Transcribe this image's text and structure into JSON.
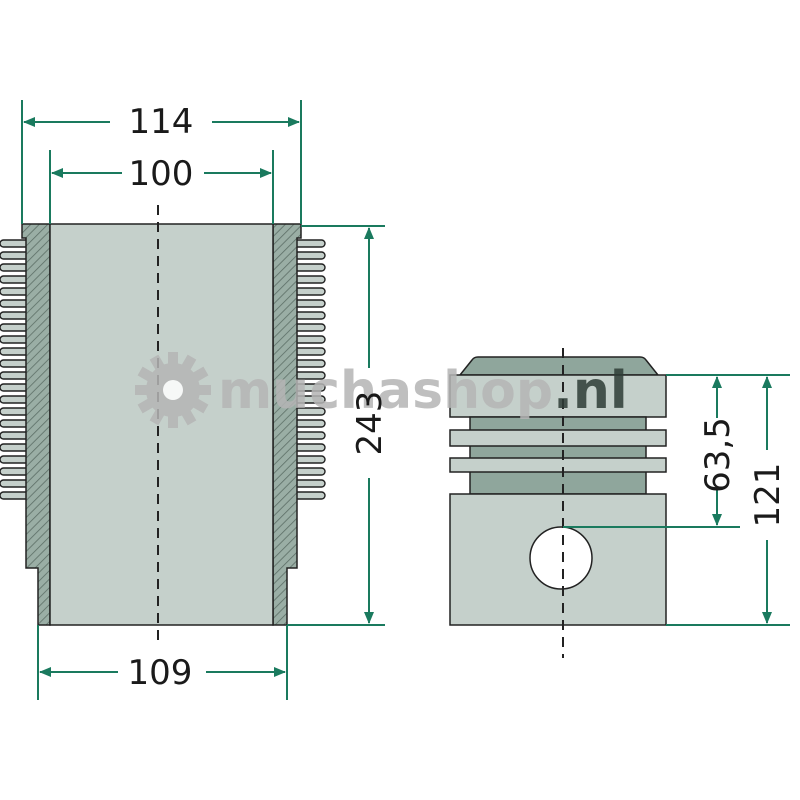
{
  "dimensions": {
    "cylinder_outer_top": "114",
    "cylinder_bore": "100",
    "cylinder_outer_bottom": "109",
    "cylinder_length": "243",
    "piston_pin_height": "63,5",
    "piston_height": "121"
  },
  "watermark": {
    "text_part1": "muchashop",
    "text_part2": ".nl"
  },
  "colors": {
    "dimension_line": "#1a7a5e",
    "part_fill": "#c5d0cb",
    "section_fill": "#8fa69c",
    "outline": "#222222",
    "watermark": "#b5b5b5",
    "watermark_dark": "#2e3d36"
  }
}
